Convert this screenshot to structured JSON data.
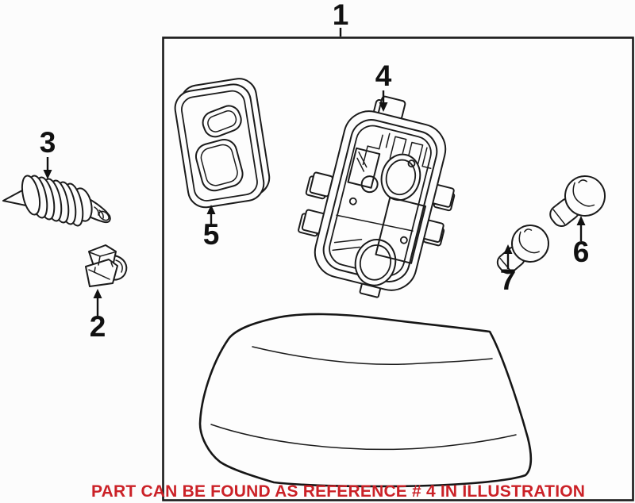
{
  "colors": {
    "background": "#fcfcfc",
    "line": "#1b1b1b",
    "notice_red": "#cb2127"
  },
  "callouts": [
    {
      "ref": "1"
    },
    {
      "ref": "2"
    },
    {
      "ref": "3"
    },
    {
      "ref": "4"
    },
    {
      "ref": "5"
    },
    {
      "ref": "6"
    },
    {
      "ref": "7"
    }
  ],
  "notice": {
    "text": "PART CAN BE FOUND AS REFERENCE # 4 IN ILLUSTRATION",
    "color": "#cb2127"
  }
}
